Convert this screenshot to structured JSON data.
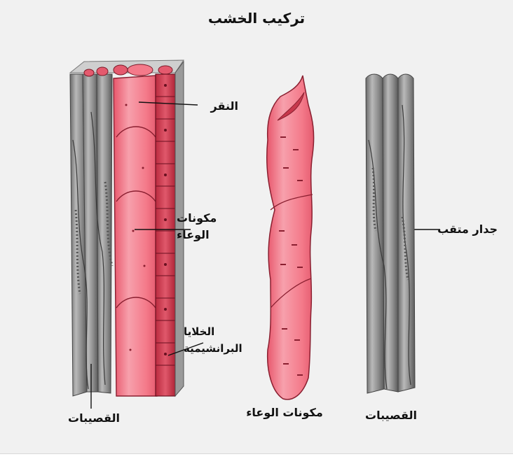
{
  "title": "تركيب الخشب",
  "labels": {
    "pits": "النقر",
    "vessel_elements_line1": "مكونات",
    "vessel_elements_line2": "الوعاء",
    "parenchyma_line1": "الخلايا",
    "parenchyma_line2": "البرانشيمية",
    "tracheids_left": "القصيبات",
    "vessel_elements_center": "مكونات الوعاء",
    "tracheids_right": "القصيبات",
    "pitted_wall": "جدار متقب"
  },
  "colors": {
    "background": "#f1f1f1",
    "vessel_pink": "#f47a8a",
    "vessel_pink_light": "#f9aab4",
    "parenchyma_red": "#d23a4f",
    "tracheid_gray": "#8f8f8f",
    "tracheid_dark": "#5c5c5c",
    "tracheid_light": "#bdbdbd"
  }
}
